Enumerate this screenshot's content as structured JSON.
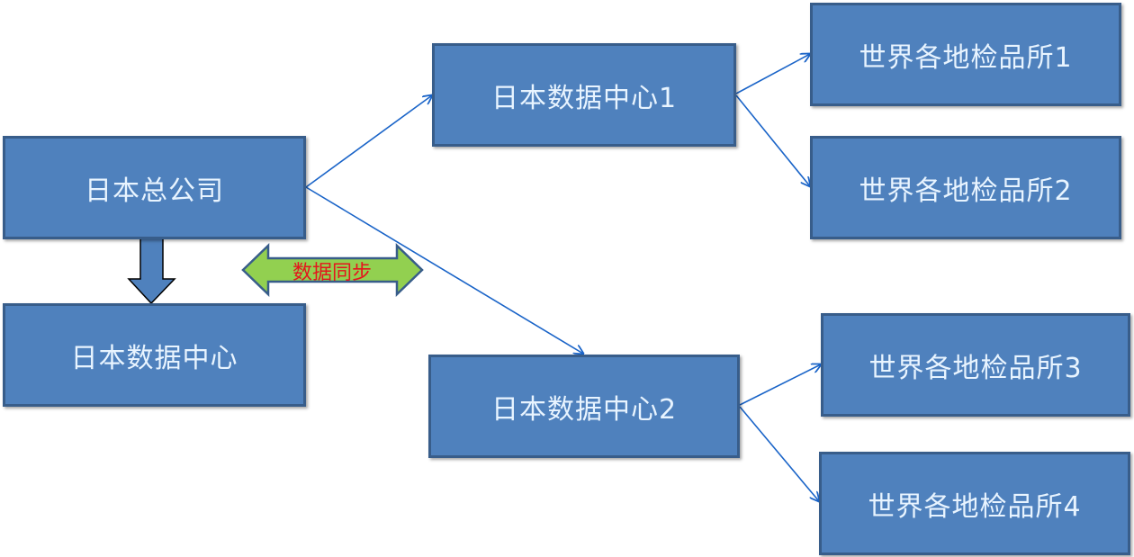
{
  "diagram": {
    "nodes": {
      "hq": "日本总公司",
      "local_dc": "日本数据中心",
      "dc1": "日本数据中心1",
      "dc2": "日本数据中心2",
      "lab1": "世界各地检品所1",
      "lab2": "世界各地检品所2",
      "lab3": "世界各地检品所3",
      "lab4": "世界各地检品所4"
    },
    "sync_label": "数据同步",
    "colors": {
      "node_fill": "#4f81bd",
      "node_border": "#385d8a",
      "node_text": "#e8f4ff",
      "link_line": "#1a64c8",
      "sync_arrow_fill": "#92d050",
      "sync_arrow_border": "#385d8a",
      "sync_text": "#e4151d"
    }
  }
}
